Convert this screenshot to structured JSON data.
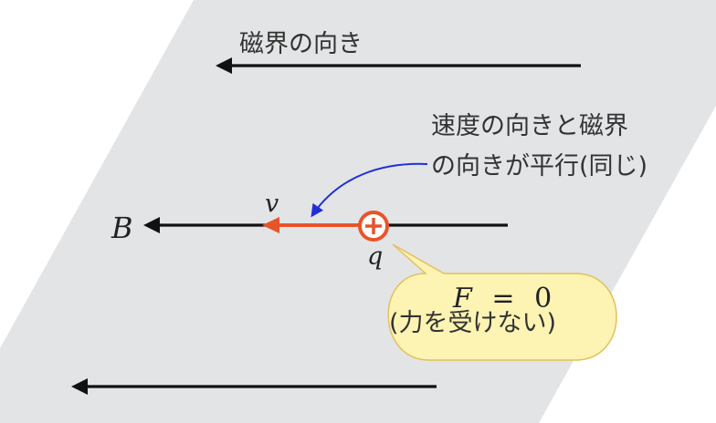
{
  "diagram": {
    "field_direction_label": "磁界の向き",
    "field_symbol": "B",
    "velocity_symbol": "v",
    "charge_symbol": "q",
    "callout_line1": "速度の向きと磁界",
    "callout_line2": "の向きが平行(同じ)",
    "force_equation": {
      "lhs": "F",
      "op": "=",
      "rhs": "0"
    },
    "force_note": "(力を受けない)"
  },
  "colors": {
    "plane_fill": "#e3e4e6",
    "field_line": "#111111",
    "velocity_arrow": "#e8542a",
    "charge_ring": "#e8542a",
    "callout_pointer": "#1f2fd6",
    "bubble_fill": "#fdf3b3",
    "bubble_stroke": "#e3c05a",
    "text": "#333333"
  },
  "icons": {
    "charge": "positive-charge-icon"
  }
}
